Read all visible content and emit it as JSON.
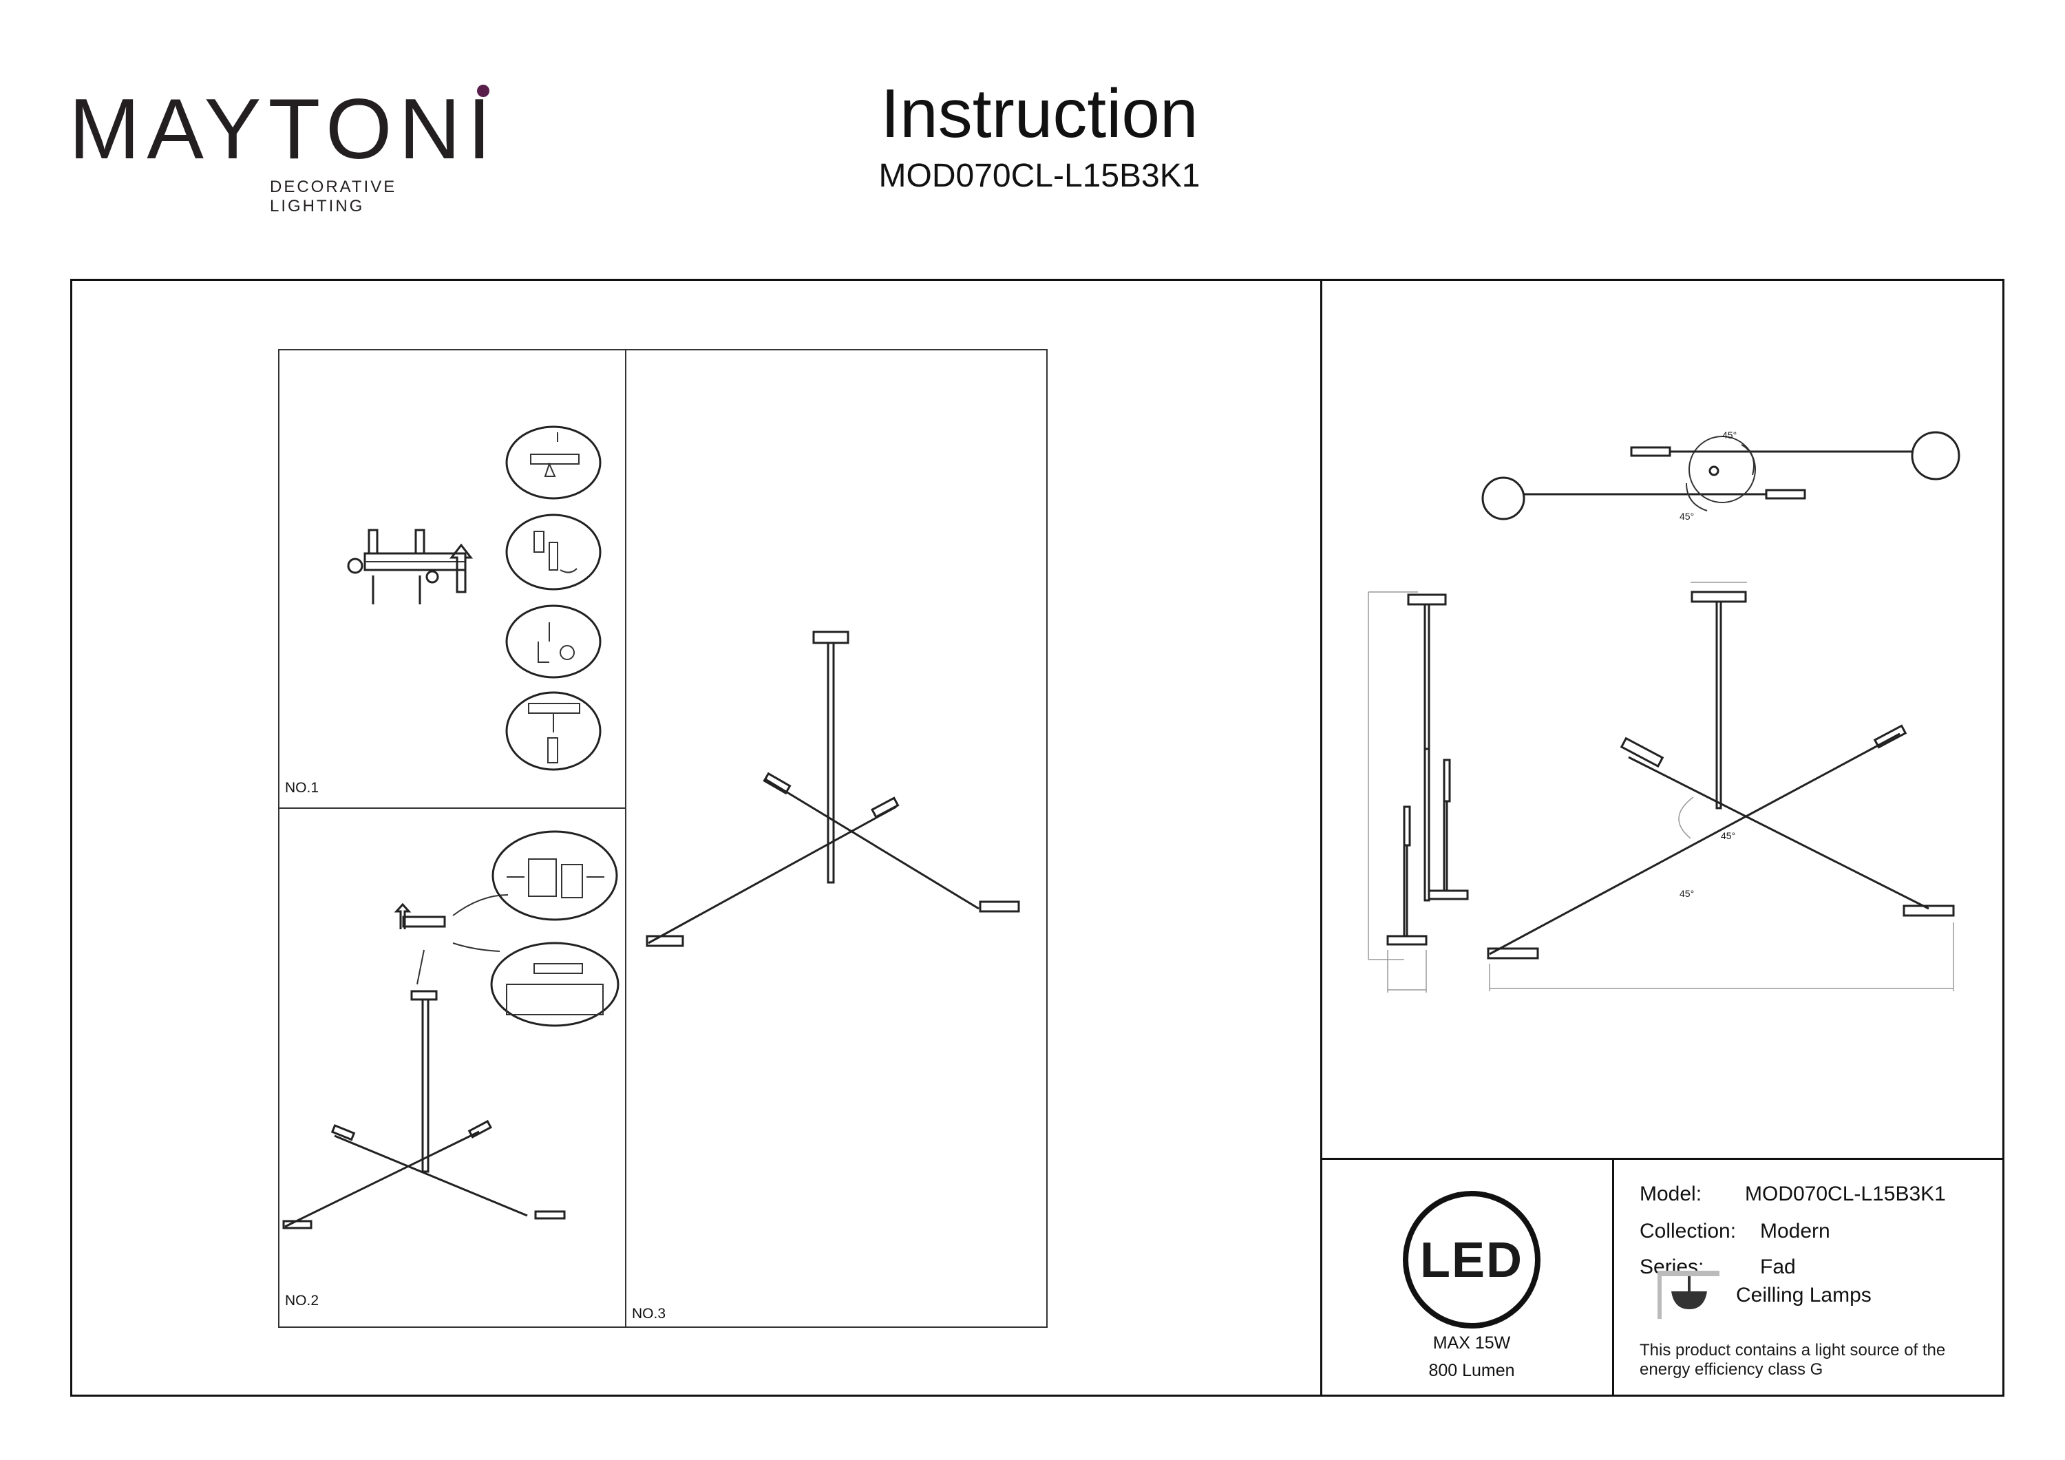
{
  "brand": {
    "name": "MAYTONI",
    "tagline": "DECORATIVE LIGHTING",
    "accent_color": "#5a1e4a"
  },
  "header": {
    "title": "Instruction",
    "model_code": "MOD070CL-L15B3K1"
  },
  "steps": {
    "no1": "NO.1",
    "no2": "NO.2",
    "no3": "NO.3"
  },
  "drawing": {
    "angle_top_a": "45°",
    "angle_top_b": "45°",
    "angle_side_a": "45°",
    "angle_side_b": "45°"
  },
  "led": {
    "badge": "LED",
    "power": "MAX 15W",
    "lumen": "800 Lumen"
  },
  "spec": {
    "model_label": "Model:",
    "model_value": "MOD070CL-L15B3K1",
    "collection_label": "Collection:",
    "collection_value": "Modern",
    "series_label": "Series:",
    "series_value": "Fad",
    "type_value": "Ceilling Lamps",
    "type_icon": "ceiling-lamp-icon",
    "energy_note": "This product contains a light source of the energy efficiency class G"
  }
}
